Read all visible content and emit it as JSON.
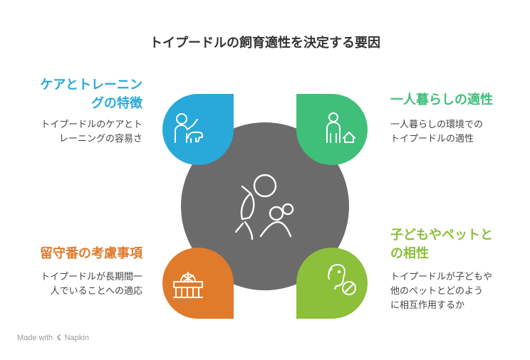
{
  "title": "トイプードルの飼育適性を決定する要因",
  "sections": [
    {
      "heading_line1": "ケアとトレーニン",
      "heading_line2": "グの特徴",
      "desc_line1": "トイプードルのケアとト",
      "desc_line2": "レーニングの容易さ",
      "color": "#29a9d9",
      "icon": "dog-training-icon"
    },
    {
      "heading_line1": "一人暮らしの適性",
      "desc_line1": "一人暮らしの環境での",
      "desc_line2": "トイプードルの適性",
      "color": "#3fbf7a",
      "icon": "person-with-dog-house-icon"
    },
    {
      "heading_line1": "留守番の考慮事項",
      "desc_line1": "トイプードルが長期間一",
      "desc_line2": "人でいることへの適応",
      "color": "#e07b2c",
      "icon": "crib-icon"
    },
    {
      "heading_line1": "子どもやペットと",
      "heading_line2": "の相性",
      "desc_line1": "トイプードルが子どもや",
      "desc_line2": "他のペットとどのよう",
      "desc_line3": "に相互作用するか",
      "color": "#8cbf3a",
      "icon": "dog-no-entry-icon"
    }
  ],
  "center": {
    "color": "#6b6b6b",
    "icon": "family-icon"
  },
  "footer": {
    "made_with": "Made with",
    "brand": "Napkin"
  }
}
